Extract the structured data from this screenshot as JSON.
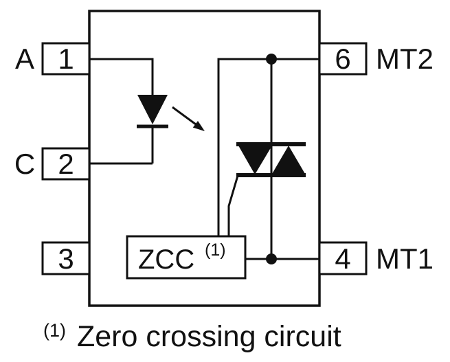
{
  "diagram": {
    "pins": {
      "pin1": {
        "number": "1",
        "label": "A"
      },
      "pin2": {
        "number": "2",
        "label": "C"
      },
      "pin3": {
        "number": "3",
        "label": ""
      },
      "pin6": {
        "number": "6",
        "label": "MT2"
      },
      "pin4": {
        "number": "4",
        "label": "MT1"
      }
    },
    "zcc": {
      "label": "ZCC",
      "superscript": "(1)"
    },
    "footnote": {
      "marker": "(1)",
      "text": "Zero crossing circuit"
    },
    "colors": {
      "ink": "#111111",
      "background": "#ffffff"
    }
  }
}
